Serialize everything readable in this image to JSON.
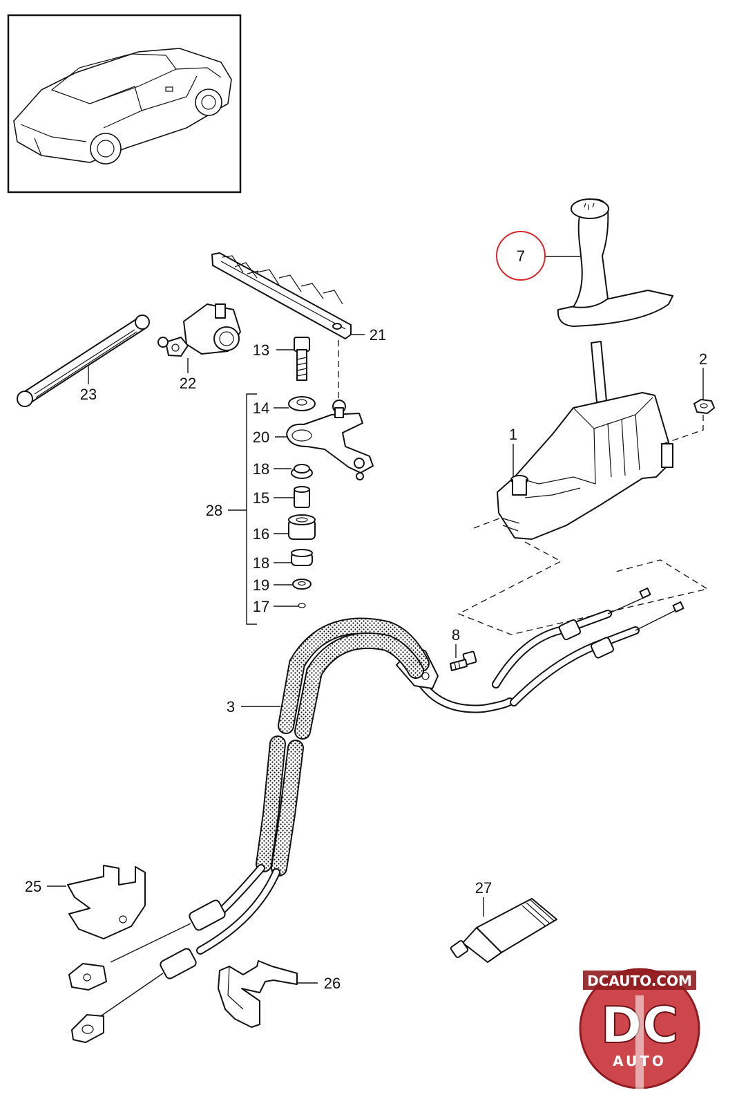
{
  "callouts": [
    {
      "id": "1",
      "text": "1"
    },
    {
      "id": "2",
      "text": "2"
    },
    {
      "id": "3",
      "text": "3"
    },
    {
      "id": "7",
      "text": "7",
      "highlighted": true
    },
    {
      "id": "8",
      "text": "8"
    },
    {
      "id": "13",
      "text": "13"
    },
    {
      "id": "14",
      "text": "14"
    },
    {
      "id": "15",
      "text": "15"
    },
    {
      "id": "16",
      "text": "16"
    },
    {
      "id": "17",
      "text": "17"
    },
    {
      "id": "18a",
      "text": "18"
    },
    {
      "id": "18b",
      "text": "18"
    },
    {
      "id": "19",
      "text": "19"
    },
    {
      "id": "20",
      "text": "20"
    },
    {
      "id": "21",
      "text": "21"
    },
    {
      "id": "22",
      "text": "22"
    },
    {
      "id": "23",
      "text": "23"
    },
    {
      "id": "25",
      "text": "25"
    },
    {
      "id": "26",
      "text": "26"
    },
    {
      "id": "27",
      "text": "27"
    },
    {
      "id": "28",
      "text": "28"
    }
  ],
  "highlight_color": "#d9262b",
  "watermark": {
    "top_text": "DCAUTO.COM",
    "monogram": "DC",
    "bottom_text": "AUTO",
    "colors": {
      "badge": "#c4262c",
      "ring": "#8f1c20",
      "text": "#ffffff"
    }
  }
}
